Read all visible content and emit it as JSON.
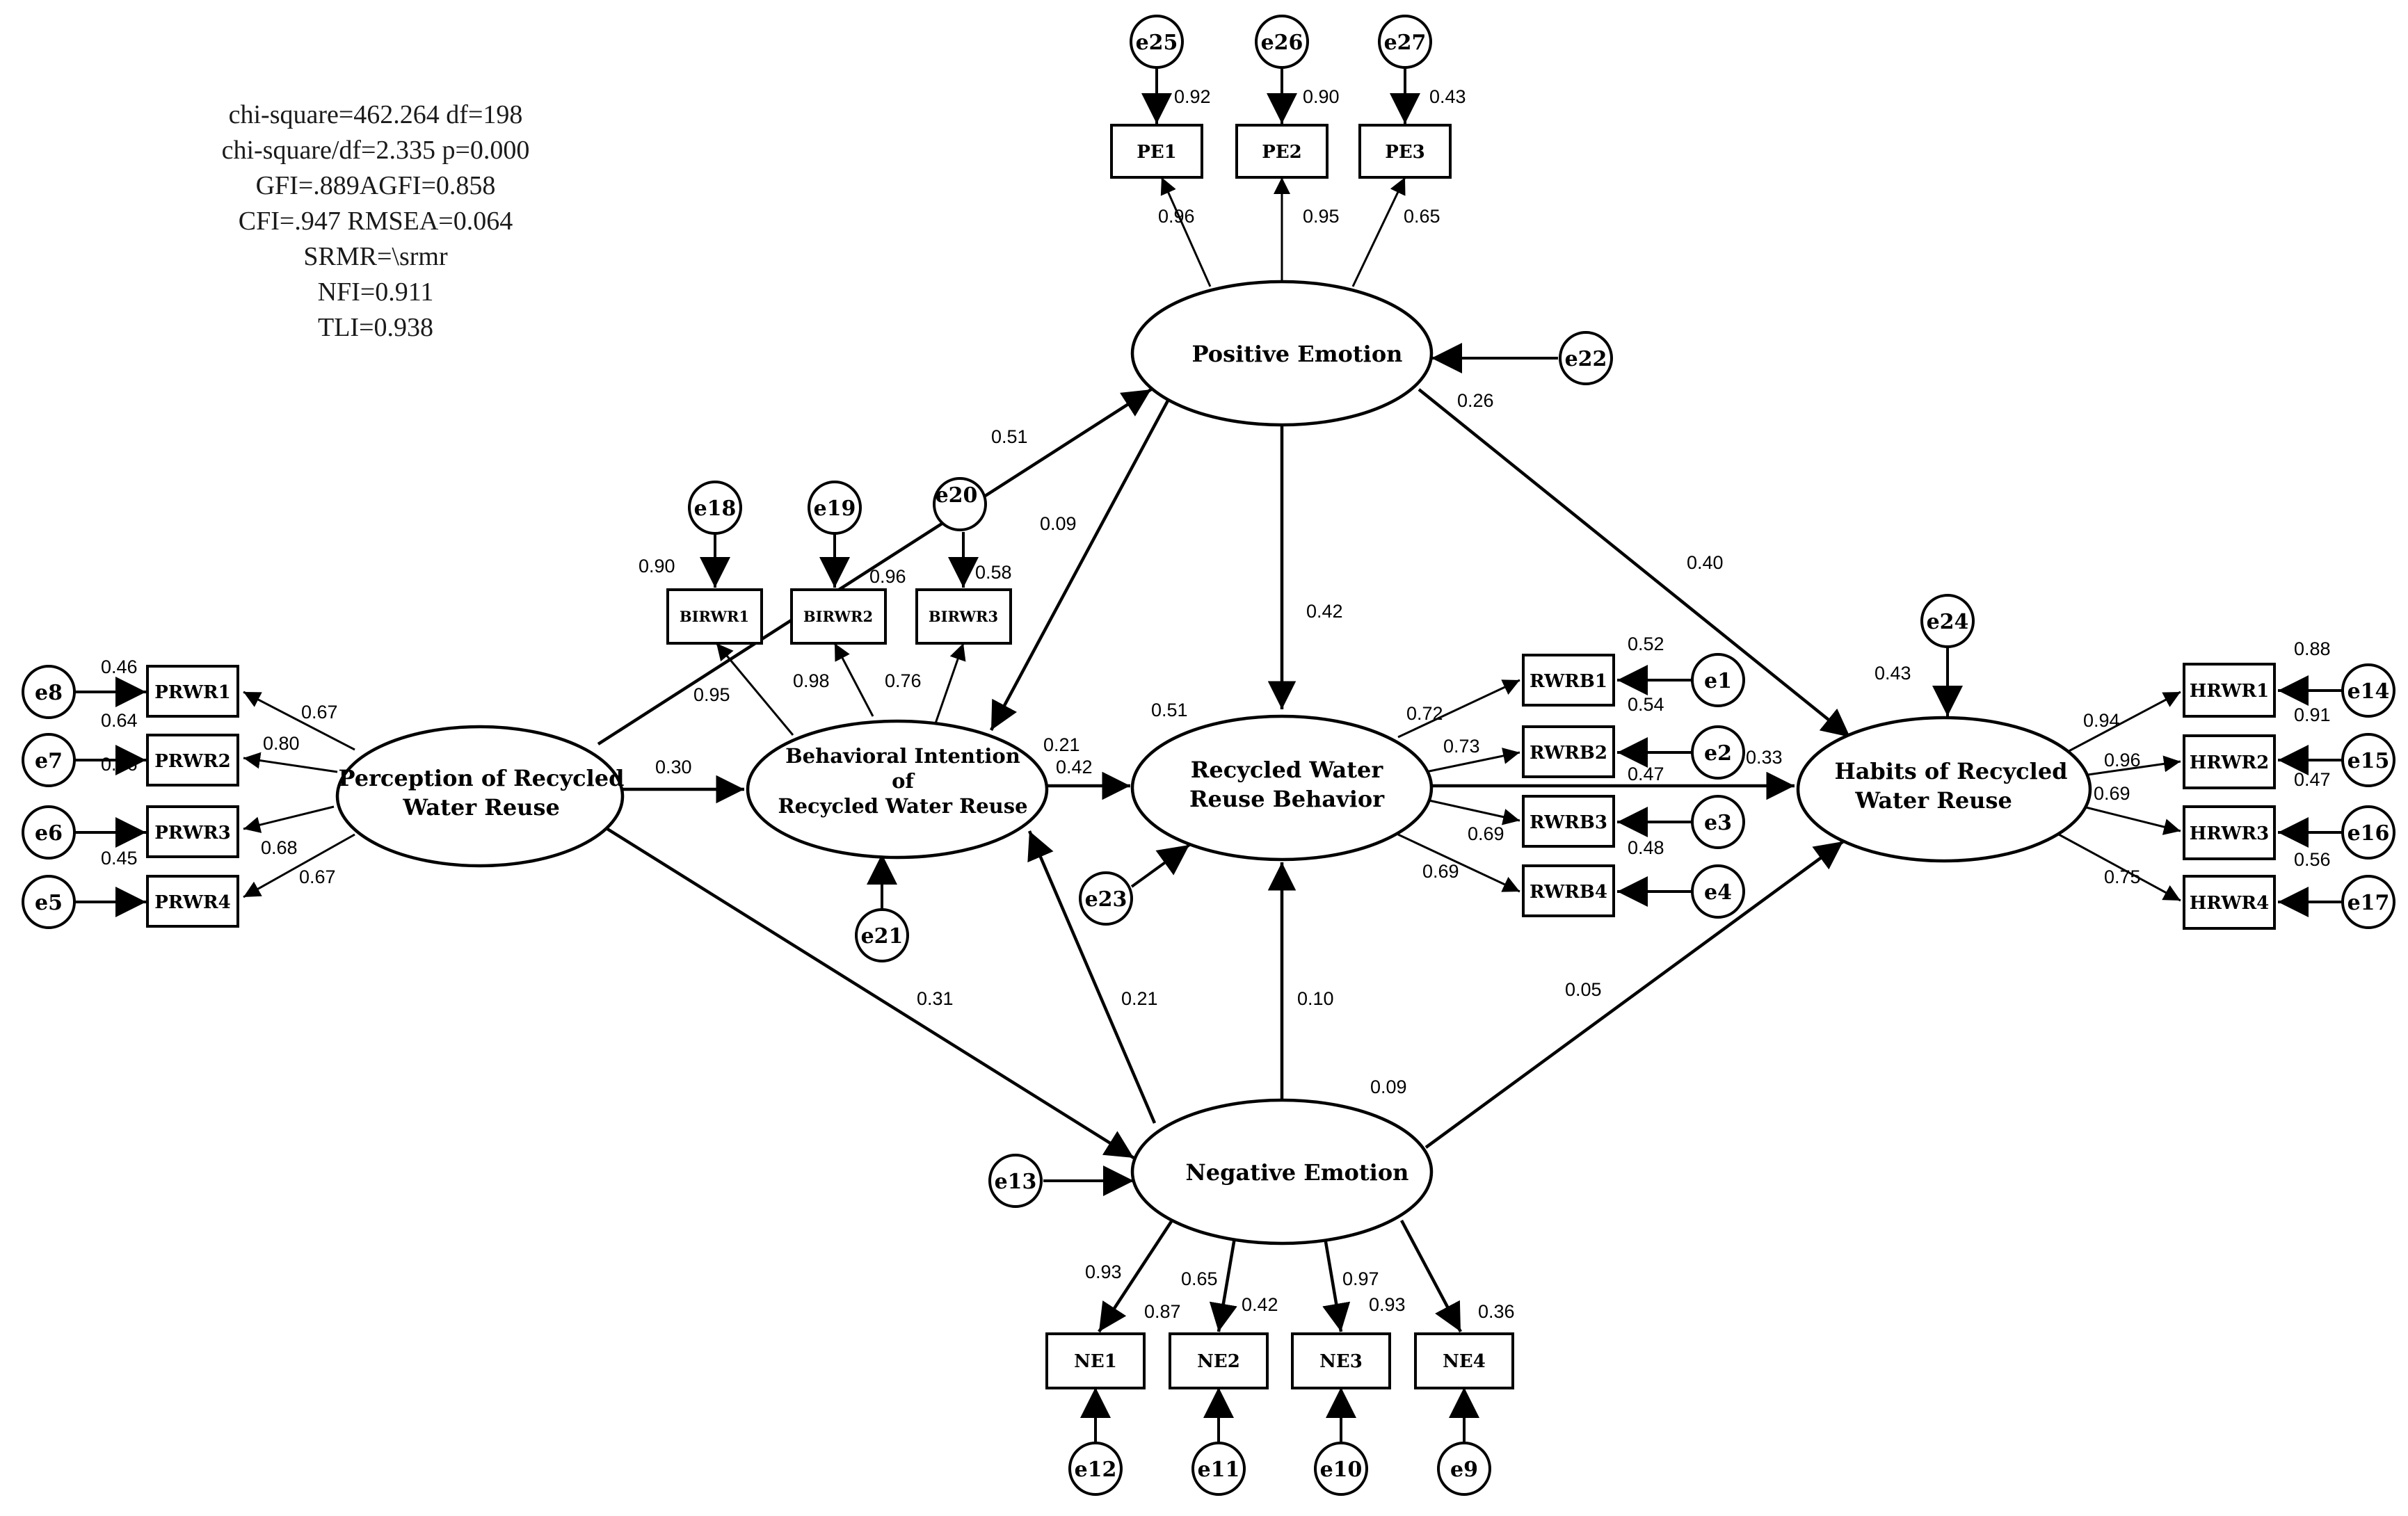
{
  "fit_stats": [
    "chi-square=462.264  df=198",
    "chi-square/df=2.335 p=0.000",
    "GFI=.889AGFI=0.858",
    "CFI=.947 RMSEA=0.064",
    "SRMR=\\srmr",
    "NFI=0.911",
    "TLI=0.938"
  ],
  "latents": {
    "pe": [
      "Positive Emotion"
    ],
    "prwr": [
      "Perception of Recycled",
      "Water Reuse"
    ],
    "birwr": [
      "Behavioral Intention",
      "of",
      "Recycled Water Reuse"
    ],
    "rwrb": [
      "Recycled Water",
      "Reuse Behavior"
    ],
    "hrwr": [
      "Habits of Recycled",
      "Water Reuse"
    ],
    "ne": [
      "Negative Emotion"
    ]
  },
  "indicators": {
    "pe1": "PE1",
    "pe2": "PE2",
    "pe3": "PE3",
    "birwr1": "BIRWR1",
    "birwr2": "BIRWR2",
    "birwr3": "BIRWR3",
    "prwr1": "PRWR1",
    "prwr2": "PRWR2",
    "prwr3": "PRWR3",
    "prwr4": "PRWR4",
    "rwrb1": "RWRB1",
    "rwrb2": "RWRB2",
    "rwrb3": "RWRB3",
    "rwrb4": "RWRB4",
    "hrwr1": "HRWR1",
    "hrwr2": "HRWR2",
    "hrwr3": "HRWR3",
    "hrwr4": "HRWR4",
    "ne1": "NE1",
    "ne2": "NE2",
    "ne3": "NE3",
    "ne4": "NE4"
  },
  "errors": {
    "e1": "e1",
    "e2": "e2",
    "e3": "e3",
    "e4": "e4",
    "e5": "e5",
    "e6": "e6",
    "e7": "e7",
    "e8": "e8",
    "e9": "e9",
    "e10": "e10",
    "e11": "e11",
    "e12": "e12",
    "e13": "e13",
    "e14": "e14",
    "e15": "e15",
    "e16": "e16",
    "e17": "e17",
    "e18": "e18",
    "e19": "e19",
    "e20": "e20",
    "e21": "e21",
    "e22": "e22",
    "e23": "e23",
    "e24": "e24",
    "e25": "e25",
    "e26": "e26",
    "e27": "e27"
  },
  "coefficients": {
    "pe1_r2": "0.92",
    "pe2_r2": "0.90",
    "pe3_r2": "0.43",
    "pe1_load": "0.96",
    "pe2_load": "0.95",
    "pe3_load": "0.65",
    "prwr_pe": "0.51",
    "pe_birwr": "0.09",
    "pe_rwrb": "0.42",
    "pe_hrwr": "0.40",
    "pe_r2": "0.26",
    "birwr1_r2": "0.90",
    "birwr2_r2": "0.96",
    "birwr3_r2": "0.58",
    "birwr1_load": "0.95",
    "birwr2_load": "0.98",
    "birwr3_load": "0.76",
    "prwr1_r2": "0.46",
    "prwr2_r2": "0.64",
    "prwr3_r2": "0.46",
    "prwr4_r2": "0.45",
    "prwr1_load": "0.67",
    "prwr2_load": "0.80",
    "prwr3_load": "0.68",
    "prwr4_load": "0.67",
    "prwr_birwr": "0.30",
    "prwr_ne": "0.31",
    "birwr_r2": "0.21",
    "birwr_rwrb": "0.42",
    "rwrb_r2": "0.51",
    "rwrb1_load": "0.72",
    "rwrb2_load": "0.73",
    "rwrb3_load": "0.69",
    "rwrb4_load": "0.69",
    "rwrb1_r2": "0.52",
    "rwrb2_r2": "0.54",
    "rwrb3_r2": "0.47",
    "rwrb4_r2": "0.48",
    "rwrb_hrwr": "0.33",
    "hrwr_r2": "0.43",
    "hrwr1_load": "0.94",
    "hrwr2_load": "0.96",
    "hrwr3_load": "0.69",
    "hrwr4_load": "0.75",
    "hrwr1_r2": "0.88",
    "hrwr2_r2": "0.91",
    "hrwr3_r2": "0.47",
    "hrwr4_r2": "0.56",
    "ne_birwr": "0.21",
    "ne_rwrb": "0.10",
    "ne_hrwr": "0.05",
    "ne_r2": "0.09",
    "ne1_load": "0.93",
    "ne2_load": "0.65",
    "ne3_load": "0.97",
    "ne4_load": "0.36",
    "ne1_r2": "0.87",
    "ne2_r2": "0.42",
    "ne3_r2": "0.93"
  }
}
